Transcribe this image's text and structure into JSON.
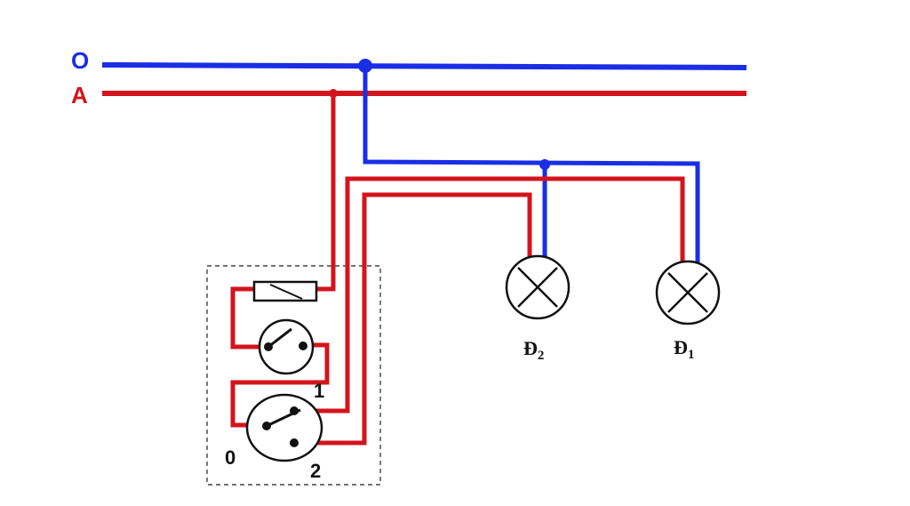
{
  "lines": {
    "neutral": {
      "label": "O",
      "color": "#1a2ee6"
    },
    "phase": {
      "label": "A",
      "color": "#d4141c"
    }
  },
  "lamps": [
    {
      "letter": "Đ",
      "index": "2"
    },
    {
      "letter": "Đ",
      "index": "1"
    }
  ],
  "switch_terminals": {
    "t0": "0",
    "t1": "1",
    "t2": "2"
  },
  "components": {
    "fuse": "fuse-icon",
    "single_switch": "single-pole-switch-icon",
    "two_way_switch": "two-way-switch-icon",
    "lamp": "lamp-icon"
  },
  "colors": {
    "neutral_wire": "#1a2ee6",
    "phase_wire": "#d4141c",
    "symbol_stroke": "#111111",
    "panel_border": "#444444"
  }
}
